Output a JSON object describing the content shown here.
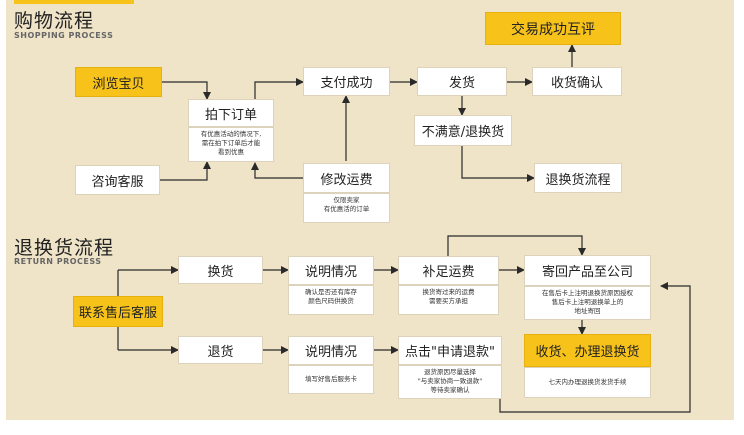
{
  "shopping": {
    "title": "购物流程",
    "subtitle": "SHOPPING PROCESS",
    "browse": "浏览宝贝",
    "consult": "咨询客服",
    "place_order": "拍下订单",
    "place_order_note": [
      "有优惠活动的情况下,",
      "需在拍下订单后才能",
      "看到优惠"
    ],
    "pay_success": "支付成功",
    "modify_freight": "修改运费",
    "modify_note": [
      "仅限卖家",
      "有优惠活的订单"
    ],
    "ship": "发货",
    "confirm_receipt": "收货确认",
    "review": "交易成功互评",
    "unsatisfied": "不满意/退换货",
    "return_exchange_flow": "退换货流程"
  },
  "returns": {
    "title": "退换货流程",
    "subtitle": "RETURN PROCESS",
    "contact": "联系售后客服",
    "exchange": "换货",
    "explain_1": "说明情况",
    "explain_1_note": [
      "确认是否还有库存",
      "颜色尺码供换货"
    ],
    "pay_freight": "补足运费",
    "pay_freight_note": [
      "换货寄过来的运费",
      "需要买方承担"
    ],
    "mail_to_company": "寄回产品至公司",
    "mail_note": [
      "在售后卡上注明退换货原因授权",
      "售后卡上注明退换单上的",
      "地址寄回"
    ],
    "refund": "退货",
    "explain_2": "说明情况",
    "explain_2_note": [
      "填写好售后服务卡"
    ],
    "apply_refund": "点击\"申请退款\"",
    "apply_note": [
      "退货原因尽量选择",
      "\"与卖家协商一致退款\"",
      "等待卖家确认"
    ],
    "receive_refund": "收货、办理退换货",
    "receive_note": [
      "七天内办理退换货发货手续"
    ]
  }
}
